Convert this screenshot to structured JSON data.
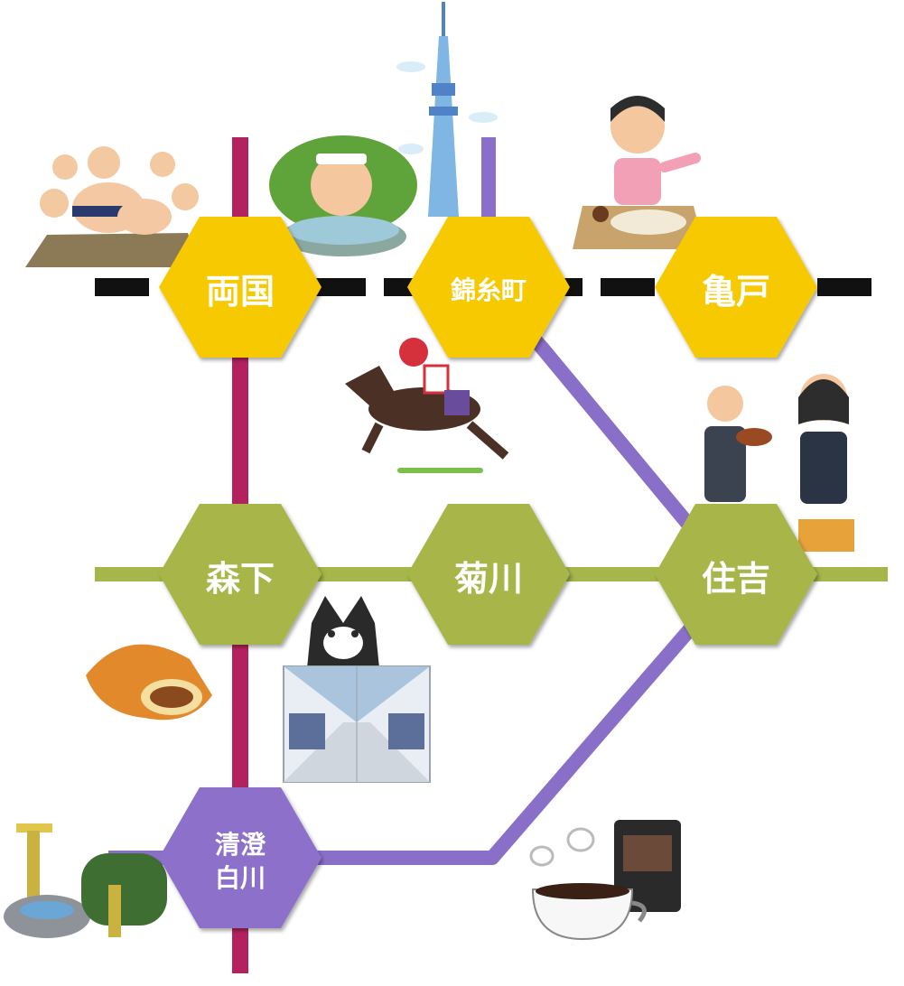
{
  "colors": {
    "yellow_hex": "#f7c900",
    "green_hex": "#a8b54a",
    "purple_hex": "#8c70c9",
    "asakusa_line": "#b3225f",
    "hanzomon_line": "#8a6fc9",
    "shinjuku_line": "#a6b64a",
    "sobu_line": "#111111"
  },
  "stations": {
    "ryogoku": "両国",
    "kinshicho": "錦糸町",
    "kameido": "亀戸",
    "morishita": "森下",
    "kikukawa": "菊川",
    "sumiyoshi": "住吉",
    "kiyosumi_line1": "清澄",
    "kiyosumi_line2": "白川"
  },
  "icons": [
    "sumo-icon",
    "hot-spring-icon",
    "skytree-icon",
    "gyoza-icon",
    "horse-racing-icon",
    "orchestra-icon",
    "curry-bread-icon",
    "bulldog-icon",
    "shopping-arcade-icon",
    "stone-water-basin-icon",
    "coffee-icon"
  ]
}
